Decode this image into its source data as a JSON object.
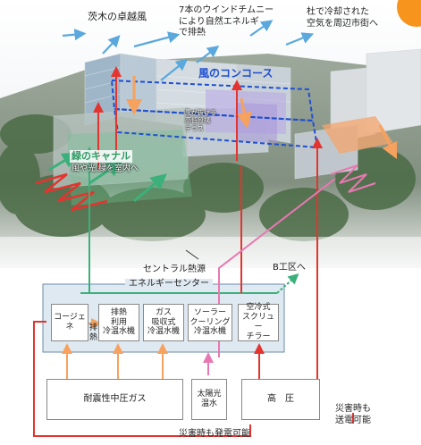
{
  "photo_labels": {
    "wind_top": "茨木の卓越風",
    "chimney": "7本のウインドチムニー\nにより自然エネルギ\nで排熱",
    "cooled_air": "杜で冷却された\n空気を周辺市街へ",
    "concourse": "風のコンコース",
    "canal_title": "緑のキャナル",
    "canal_sub": "風や光,緑を室内へ",
    "terrace": "風が抜ける\n高低段構\nテラス"
  },
  "energy": {
    "central_heat": "セントラル熱源",
    "center_title": "エネルギーセンター",
    "b_zone": "B工区へ",
    "equipment": [
      {
        "name": "cogeneration",
        "label": "コージェネ"
      },
      {
        "name": "exhaust-heat-chiller",
        "label": "排熱\n利用\n冷温水機"
      },
      {
        "name": "gas-absorption-chiller",
        "label": "ガス\n吸収式\n冷温水機"
      },
      {
        "name": "solar-cooling-chiller",
        "label": "ソーラー\nクーリング\n冷温水機"
      },
      {
        "name": "air-cooled-screw-chiller",
        "label": "空冷式\nスクリュー\nチラー"
      }
    ],
    "exhaust_heat": "排\n熱",
    "sources": {
      "gas": "耐震性中圧ガス",
      "solar": "太陽光\n温水",
      "high_voltage": "高　圧"
    },
    "disaster_power_gen": "災害時も発電可能",
    "disaster_power_send": "災害時も\n送電可能"
  },
  "colors": {
    "sky_blue": "#5aa8dd",
    "concourse_blue": "#1f4fd1",
    "green": "#3bb07a",
    "red": "#e3342f",
    "orange": "#f7a15e",
    "pink": "#e978b2",
    "sun": "#f7941d",
    "center_bg": "#dfe9f1"
  },
  "icons": [
    "sun-icon",
    "wind-arrow-icon"
  ]
}
